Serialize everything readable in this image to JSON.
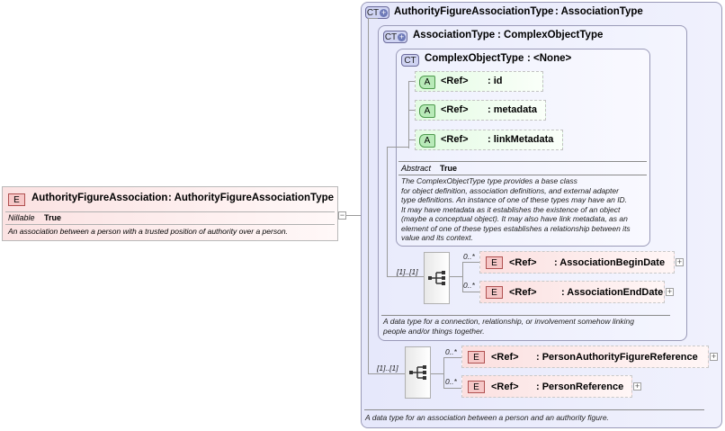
{
  "element": {
    "badge": "E",
    "name": "AuthorityFigureAssociation",
    "type": ": AuthorityFigureAssociationType",
    "prop_label": "Nillable",
    "prop_value": "True",
    "doc": "An association between a person with a trusted position of authority over a person."
  },
  "outer_type": {
    "badge": "CT",
    "name": "AuthorityFigureAssociationType",
    "base": ": AssociationType",
    "doc": "A data type for an association between a person and an authority figure."
  },
  "assoc_type": {
    "badge": "CT",
    "name": "AssociationType",
    "base": ": ComplexObjectType",
    "doc_line1": "A data type for a connection, relationship, or involvement somehow linking",
    "doc_line2": "people and/or things together."
  },
  "complex_type": {
    "badge": "CT",
    "name": "ComplexObjectType",
    "base": ": <None>",
    "prop_label": "Abstract",
    "prop_value": "True",
    "doc_lines": [
      "The ComplexObjectType type provides a base class",
      "for object definition, association definitions, and external adapter",
      "type definitions. An instance of one of these types may have an ID.",
      "It may have metadata as it establishes the existence of an object",
      "(maybe a conceptual object). It may also have link metadata, as an",
      "element of one of these types establishes a relationship between its",
      "value and its context."
    ],
    "attributes": [
      {
        "badge": "A",
        "ref": "<Ref>",
        "name": ": id"
      },
      {
        "badge": "A",
        "ref": "<Ref>",
        "name": ": metadata"
      },
      {
        "badge": "A",
        "ref": "<Ref>",
        "name": ": linkMetadata"
      }
    ]
  },
  "assoc_sequence": {
    "cardinality": "[1]..[1]",
    "elements": [
      {
        "badge": "E",
        "card": "0..*",
        "ref": "<Ref>",
        "name": ": AssociationBeginDate",
        "expand": "+"
      },
      {
        "badge": "E",
        "card": "0..*",
        "ref": "<Ref>",
        "name": ": AssociationEndDate",
        "expand": "+"
      }
    ]
  },
  "outer_sequence": {
    "cardinality": "[1]..[1]",
    "elements": [
      {
        "badge": "E",
        "card": "0..*",
        "ref": "<Ref>",
        "name": ": PersonAuthorityFigureReference",
        "expand": "+"
      },
      {
        "badge": "E",
        "card": "0..*",
        "ref": "<Ref>",
        "name": ": PersonReference",
        "expand": "+"
      }
    ]
  },
  "collapse_symbol": "−",
  "icons": {
    "sequence": "sequence-icon",
    "expand": "expand-icon",
    "collapse": "collapse-icon"
  }
}
